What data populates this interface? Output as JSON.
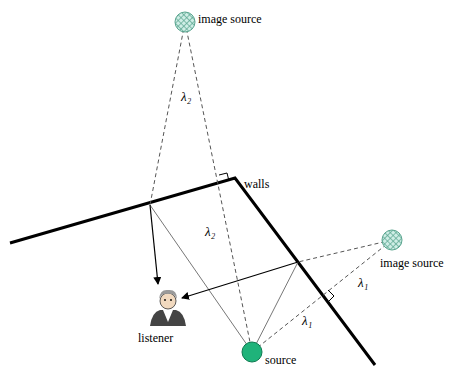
{
  "diagram": {
    "labels": [
      "image source",
      "walls",
      "λ₂",
      "λ₂",
      "image source",
      "λ₁",
      "λ₁",
      "listener",
      "source"
    ]
  }
}
